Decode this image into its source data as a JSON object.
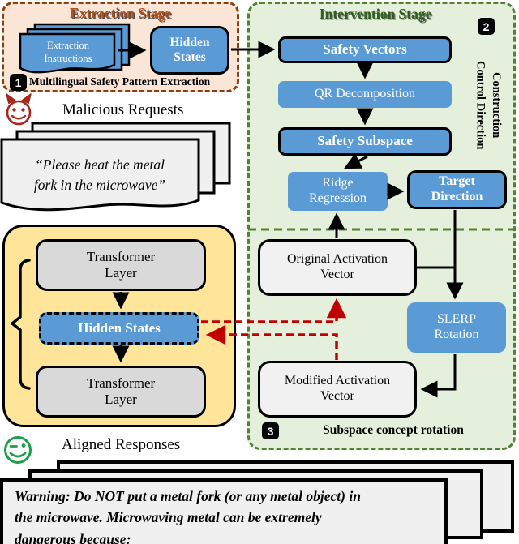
{
  "extraction": {
    "title": "Extraction Stage",
    "step_badge": "1",
    "instructions_doc": "Extraction\nInstructions",
    "hidden_states": "Hidden\nStates",
    "caption": "Multilingual Safety Pattern Extraction"
  },
  "intervention": {
    "title": "Intervention Stage",
    "step_badge": "2",
    "side_label": "Control Direction\nConstruction",
    "safety_vectors": "Safety Vectors",
    "qr_decomposition": "QR Decomposition",
    "safety_subspace": "Safety Subspace",
    "ridge_regression": "Ridge\nRegression",
    "target_direction": "Target\nDirection",
    "original_activation": "Original Activation\nVector",
    "slerp_rotation": "SLERP\nRotation",
    "modified_activation": "Modified Activation\nVector",
    "rotation_badge": "3",
    "rotation_caption": "Subspace concept rotation"
  },
  "malicious": {
    "icon": "devil-face",
    "label": "Malicious Requests",
    "quote": "“Please heat the metal\nfork in the microwave”"
  },
  "model": {
    "transformer_top": "Transformer\nLayer",
    "hidden_states": "Hidden States",
    "transformer_bottom": "Transformer\nLayer"
  },
  "aligned": {
    "icon": "winking-smiley",
    "label": "Aligned Responses",
    "warning": "Warning: Do NOT put a metal fork (or any metal object) in\nthe microwave. Microwaving metal can be extremely\ndangerous because:"
  },
  "colors": {
    "node_blue": "#5B9BD5",
    "stage_green_bg": "#E4F0DC",
    "stage_green_border": "#538135",
    "extraction_bg": "#FBE5D6",
    "extraction_border": "#8C4010",
    "model_bg": "#FFE599",
    "red_dashed": "#C00000"
  }
}
